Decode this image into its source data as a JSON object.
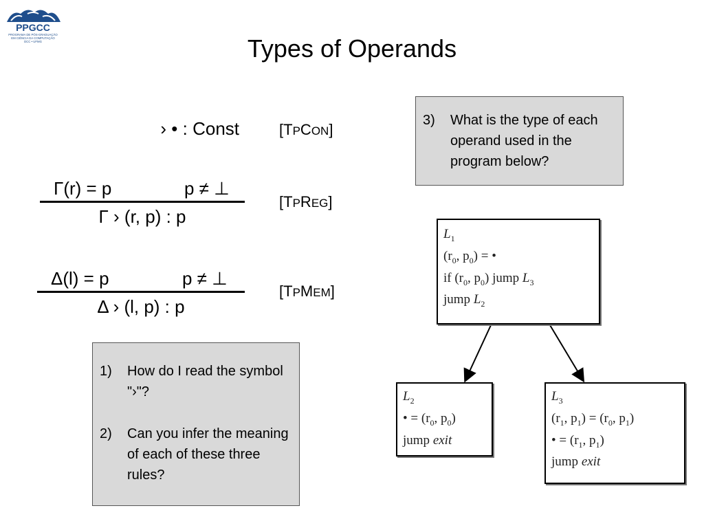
{
  "logo": {
    "acronym": "PPGCC",
    "line1": "PROGRAMA DE PÓS-GRADUAÇÃO",
    "line2": "EM CIÊNCIA DA COMPUTAÇÃO",
    "line3": "DCC • UFMG"
  },
  "slide_title": "Types of Operands",
  "rules": {
    "const": {
      "conclusion": "› • : Const",
      "name_open": "[",
      "name_T": "T",
      "name_P": "P",
      "name_C": "C",
      "name_rest": "ON",
      "name_close": "]"
    },
    "reg": {
      "premise_left": "Γ(r) = p",
      "premise_right": "p ≠ ⊥",
      "conclusion": "Γ › (r, p) : p",
      "name_open": "[",
      "name_T": "T",
      "name_P": "P",
      "name_C": "R",
      "name_rest": "EG",
      "name_close": "]"
    },
    "mem": {
      "premise_left": "Δ(l) = p",
      "premise_right": "p ≠ ⊥",
      "conclusion": "Δ › (l, p) : p",
      "name_open": "[",
      "name_T": "T",
      "name_P": "P",
      "name_C": "M",
      "name_rest": "EM",
      "name_close": "]"
    }
  },
  "questions_left": [
    {
      "num": "1)",
      "text": "How do I read the symbol \"›\"?"
    },
    {
      "num": "2)",
      "text": "Can you infer the meaning of each of these three rules?"
    }
  ],
  "question_right": {
    "num": "3)",
    "text": "What is the type of each operand used in the program below?"
  },
  "cfg": {
    "block1": {
      "label": "L",
      "label_sub": "1",
      "line1": {
        "a": "(r",
        "a_sub": "0",
        "b": ", p",
        "b_sub": "0",
        "c": ") = •"
      },
      "line2": {
        "a": "if (r",
        "a_sub": "0",
        "b": ", p",
        "b_sub": "0",
        "c": ") jump ",
        "lbl": "L",
        "lbl_sub": "3"
      },
      "line3": {
        "a": "jump ",
        "lbl": "L",
        "lbl_sub": "2"
      }
    },
    "block2": {
      "label": "L",
      "label_sub": "2",
      "line1": {
        "a": "• = (r",
        "a_sub": "0",
        "b": ", p",
        "b_sub": "0",
        "c": ")"
      },
      "line2": {
        "a": "jump ",
        "b": "exit"
      }
    },
    "block3": {
      "label": "L",
      "label_sub": "3",
      "line1": {
        "a": "(r",
        "a_sub": "1",
        "b": ", p",
        "b_sub": "1",
        "c": ") = (r",
        "c_sub": "0",
        "d": ", p",
        "d_sub": "1",
        "e": ")"
      },
      "line2": {
        "a": "• = (r",
        "a_sub": "1",
        "b": ", p",
        "b_sub": "1",
        "c": ")"
      },
      "line3": {
        "a": "jump ",
        "b": "exit"
      }
    }
  }
}
